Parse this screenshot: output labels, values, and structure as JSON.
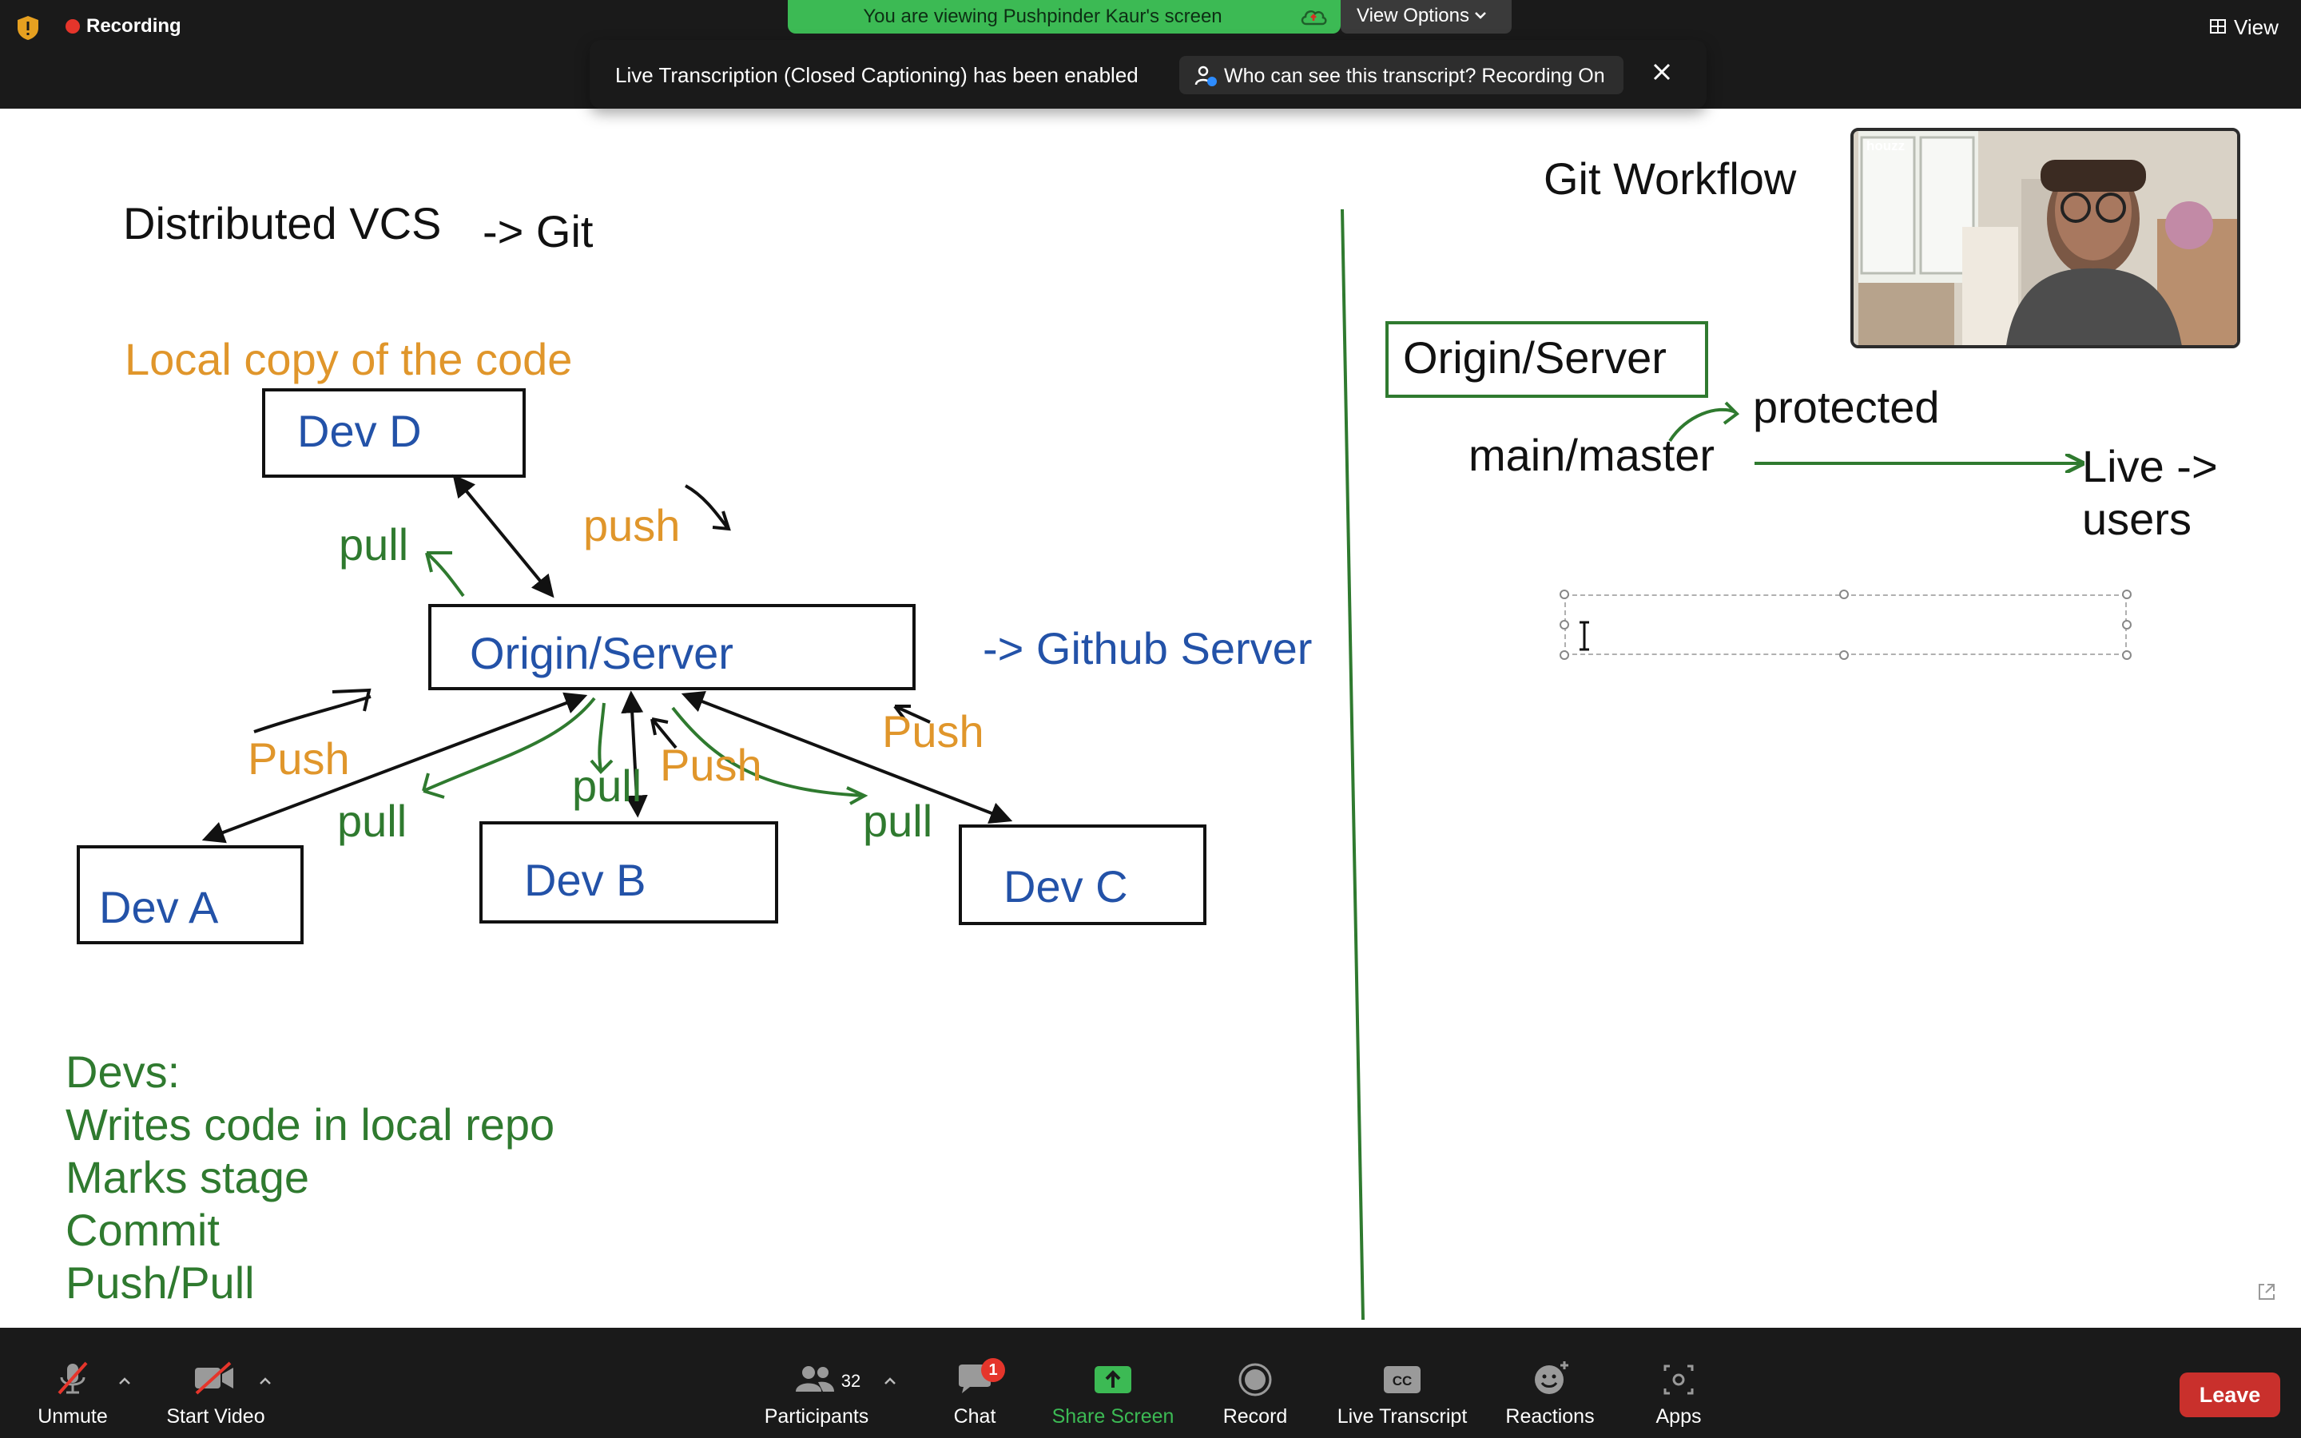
{
  "top_bar": {
    "recording_label": "Recording",
    "viewing_banner": "You are viewing Pushpinder Kaur's screen",
    "view_options_label": "View Options",
    "view_label": "View"
  },
  "transcript_banner": {
    "message": "Live Transcription (Closed Captioning) has been enabled",
    "who_can_see": "Who can see this transcript? Recording On"
  },
  "whiteboard": {
    "left": {
      "title": "Distributed VCS",
      "title_arrow": "-> Git",
      "local_copy": "Local copy of the code",
      "dev_d": "Dev D",
      "origin": "Origin/Server",
      "github": "-> Github Server",
      "dev_a": "Dev A",
      "dev_b": "Dev B",
      "dev_c": "Dev C",
      "pull_top": "pull",
      "push_top": "push",
      "push_a": "Push",
      "pull_a": "pull",
      "pull_b": "pull",
      "push_b": "Push",
      "push_c": "Push",
      "pull_c": "pull",
      "devs_heading": "Devs:",
      "devs_steps": [
        "Writes code in local repo",
        "Marks stage",
        "Commit",
        "Push/Pull"
      ]
    },
    "right": {
      "title": "Git Workflow",
      "origin": "Origin/Server",
      "branch": "main/master",
      "protected": "protected",
      "live_line1": "Live ->",
      "live_line2": "users"
    }
  },
  "video_tile": {
    "logo_text": "houzz"
  },
  "toolbar": {
    "unmute": "Unmute",
    "start_video": "Start Video",
    "participants": "Participants",
    "participants_count": "32",
    "chat": "Chat",
    "chat_badge": "1",
    "share_screen": "Share Screen",
    "record": "Record",
    "live_transcript": "Live Transcript",
    "reactions": "Reactions",
    "apps": "Apps",
    "leave": "Leave"
  },
  "colors": {
    "toolbar_bg": "#1a1a1a",
    "viewing_banner": "#3cba54",
    "share_screen": "#3cba54",
    "leave": "#c9302c",
    "ink_black": "#111111",
    "ink_orange": "#e0962b",
    "ink_blue": "#2352a8",
    "ink_green": "#2f7a2f"
  },
  "icons": [
    "shield-icon",
    "cloud-icon",
    "chevron-down-icon",
    "grid-icon",
    "person-lock-icon",
    "close-icon",
    "microphone-muted-icon",
    "video-muted-icon",
    "participants-icon",
    "chat-icon",
    "share-screen-icon",
    "record-icon",
    "cc-icon",
    "reactions-icon",
    "apps-icon",
    "caret-up-icon",
    "text-cursor-icon",
    "expand-icon"
  ]
}
